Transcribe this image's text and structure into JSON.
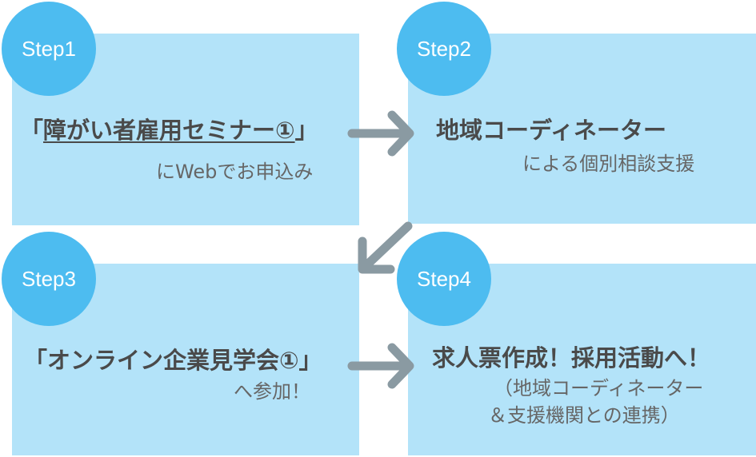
{
  "steps": [
    {
      "badge": "Step1",
      "line1_open": "「",
      "line1_link": "障がい者雇用セミナー①",
      "line1_close": "」",
      "line2": "にWebでお申込み"
    },
    {
      "badge": "Step2",
      "line1": "地域コーディネーター",
      "line2": "による個別相談支援"
    },
    {
      "badge": "Step3",
      "line1": "「オンライン企業見学会①」",
      "line2": "へ参加！"
    },
    {
      "badge": "Step4",
      "line1": "求人票作成！採用活動へ！",
      "line2": "（地域コーディネーター",
      "line3": "＆支援機関との連携）"
    }
  ],
  "colors": {
    "box": "#b3e3f9",
    "badge": "#4dbcf0",
    "arrow": "#8a9aa2"
  }
}
